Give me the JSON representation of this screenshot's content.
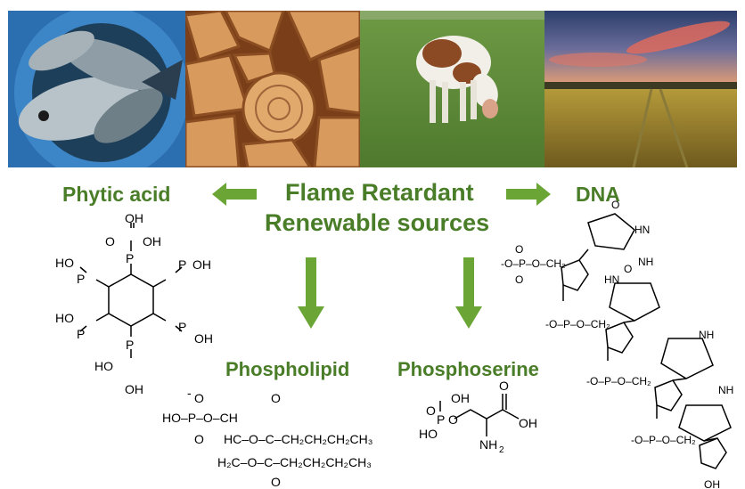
{
  "title": {
    "line1": "Flame Retardant",
    "line2": "Renewable sources"
  },
  "sources": {
    "phytic_acid": "Phytic acid",
    "dna": "DNA",
    "phospholipid": "Phospholipid",
    "phosphoserine": "Phosphoserine"
  },
  "photos": [
    "fish-photo",
    "firewood-photo",
    "cow-photo",
    "wheat-field-photo"
  ],
  "colors": {
    "accent_green": "#4a7d28",
    "arrow_green": "#6aa536"
  },
  "molecule_text": {
    "OH": "OH",
    "HO": "HO",
    "O": "O",
    "P": "P",
    "minus": "-",
    "NH2": "NH",
    "N": "N",
    "H": "H",
    "HN": "HN",
    "sub2": "2",
    "phospholipid_row1": "HO–P–O–CH",
    "phospholipid_row2": "HC–O–C–CH₂CH₂CH₂CH₃",
    "phospholipid_row3": "H₂C–O–C–CH₂CH₂CH₂CH₃",
    "dna_P": "-O–P–O–CH₂"
  }
}
